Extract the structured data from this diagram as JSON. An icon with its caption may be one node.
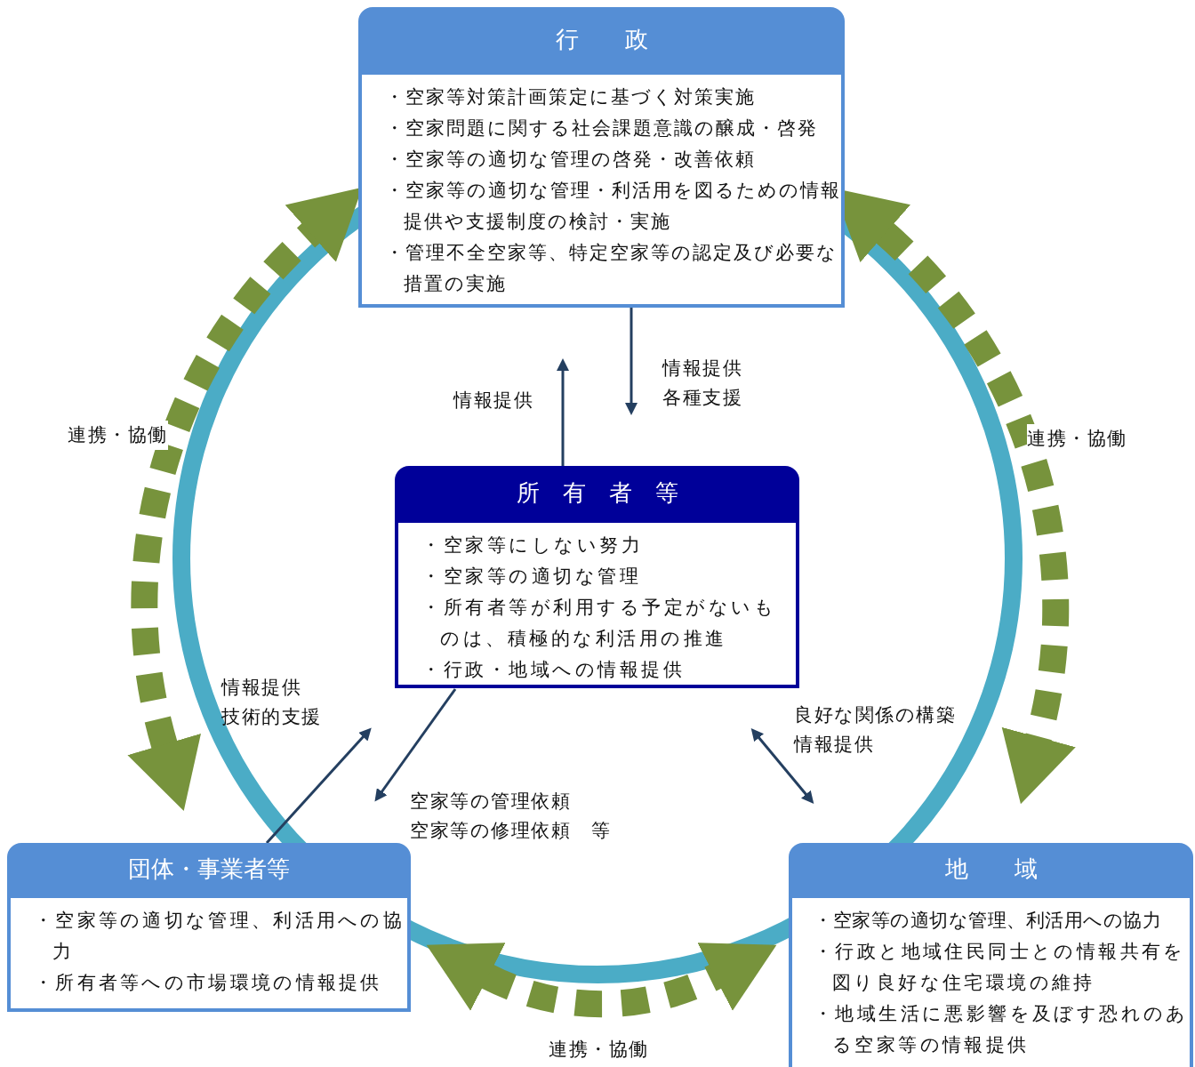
{
  "diagram": {
    "nodes": [
      {
        "text": [
          "行　　政",
          "・空家等対策計画策定に基づく対策実施",
          "・空家問題に関する社会課題意識の醸成・啓発",
          "・空家等の適切な管理の啓発・改善依頼",
          "・空家等の適切な管理・利活用を図るための情報提供や支援制度の検討・実施",
          "・管理不全空家等、特定空家等の認定及び必要な措置の実施"
        ]
      },
      {
        "text": [
          "所　有　者　等",
          "・空家等にしない努力",
          "・空家等の適切な管理",
          "・所有者等が利用する予定がないものは、積極的な利活用の推進",
          "・行政・地域への情報提供"
        ]
      },
      {
        "text": [
          "団体・事業者等",
          "・空家等の適切な管理、利活用への協力",
          "・所有者等への市場環境の情報提供"
        ]
      },
      {
        "text": [
          "地　　域",
          "・空家等の適切な管理、利活用への協力",
          "・行政と地域住民同士との情報共有を図り良好な住宅環境の維持",
          "・地域生活に悪影響を及ぼす恐れのある空家等の情報提供"
        ]
      }
    ],
    "edges": [
      {
        "from": 1,
        "to": 0,
        "arrow": "to",
        "label": "情報提供"
      },
      {
        "from": 0,
        "to": 1,
        "arrow": "to",
        "label": "情報提供各種支援"
      },
      {
        "from": 2,
        "to": 1,
        "arrow": "to",
        "label": "情報提供技術的支援"
      },
      {
        "from": 1,
        "to": 2,
        "arrow": "to",
        "label": "空家等の管理依頼空家等の修理依頼　等"
      },
      {
        "from": 1,
        "to": 3,
        "arrow": "both",
        "label": "良好な関係の構築情報提供"
      },
      {
        "from": 2,
        "to": 0,
        "arrow": "both",
        "label": "連携・協働",
        "style": "dashed",
        "color": "#77933c"
      },
      {
        "from": 0,
        "to": 3,
        "arrow": "both",
        "label": "連携・協働",
        "style": "dashed",
        "color": "#77933c"
      },
      {
        "from": 2,
        "to": 3,
        "arrow": "both",
        "label": "連携・協働",
        "style": "dashed",
        "color": "#77933c"
      }
    ]
  }
}
